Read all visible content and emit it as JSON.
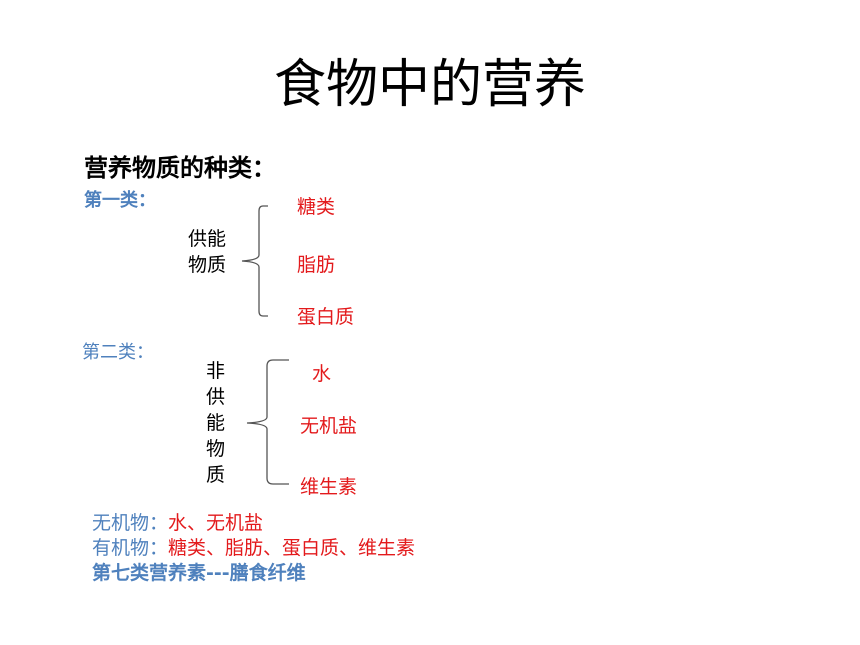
{
  "title": "食物中的营养",
  "heading": "营养物质的种类：",
  "group1": {
    "label": "第一类：",
    "category_lines": [
      "供能",
      "物质"
    ],
    "items": [
      "糖类",
      "脂肪",
      "蛋白质"
    ]
  },
  "group2": {
    "label": "第二类：",
    "category_chars": [
      "非",
      "供",
      "能",
      "物",
      "质"
    ],
    "items": [
      "水",
      "无机盐",
      "维生素"
    ]
  },
  "summary": {
    "inorganic_label": "无机物：",
    "inorganic_value": "水、无机盐",
    "organic_label": "有机物：",
    "organic_value": "糖类、脂肪、蛋白质、维生素",
    "seventh": "第七类营养素---膳食纤维"
  }
}
